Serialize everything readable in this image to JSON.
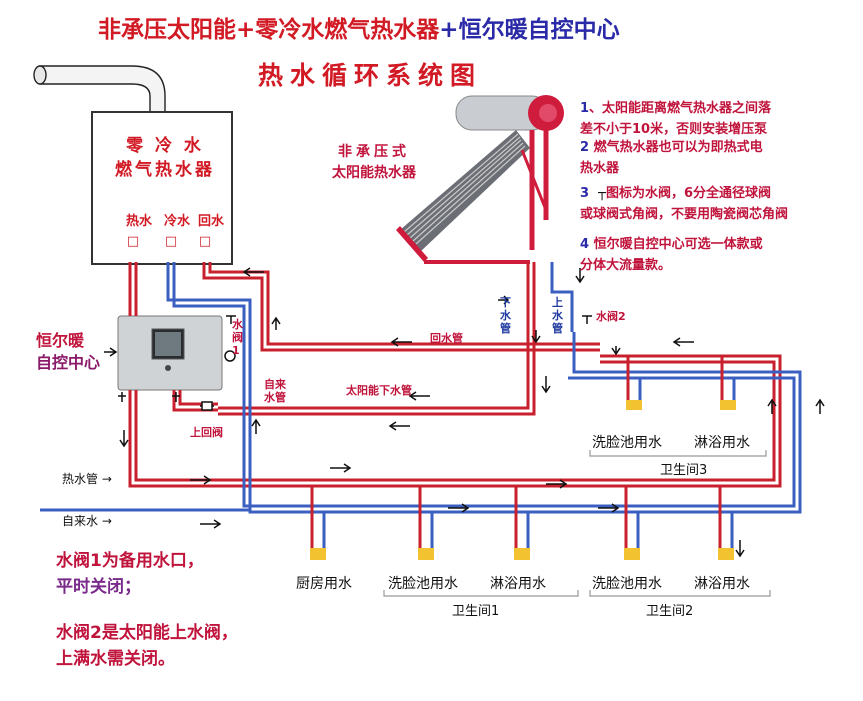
{
  "title": {
    "part1": "非承压太阳能",
    "plus1": "+",
    "part2": "零冷水燃气热水器",
    "plus2": "+",
    "part3": "恒尔暖自控中心",
    "subtitle": "热水循环系统图"
  },
  "heater": {
    "name_line1": "零 冷 水",
    "name_line2": "燃气热水器",
    "ports": [
      {
        "chars": "热水",
        "symbol": "□"
      },
      {
        "chars": "冷水",
        "symbol": "□"
      },
      {
        "chars": "回水",
        "symbol": "□"
      }
    ]
  },
  "solar": {
    "line1": "非承压式",
    "line2": "太阳能热水器"
  },
  "notes": [
    {
      "num": "1",
      "text": "、太阳能距离燃气热水器之间落",
      "cont": "差不小于10米，否则安装增压泵"
    },
    {
      "num": "2",
      "text": " 燃气热水器也可以为即热式电",
      "cont": "热水器"
    },
    {
      "num": "3",
      "symbol": "┬",
      "text": "图标为水阀，6分全通径球阀",
      "cont": "或球阀式角阀，不要用陶瓷阀芯角阀"
    },
    {
      "num": "4",
      "text": " 恒尔暖自控中心可选一体款或",
      "cont": "分体大流量款。"
    }
  ],
  "controller": {
    "line1": "恒尔暖",
    "line2": "自控中心"
  },
  "pipe_labels": {
    "valve1": "水阀1",
    "valve2": "水阀2",
    "down_pipe": "下水管",
    "up_pipe": "上水管",
    "return_pipe": "回水管",
    "supply_pipe": "自来水管",
    "solar_down_pipe": "太阳能下水管",
    "upper_return_valve": "上回阀",
    "hot_water_pipe": "热水管",
    "tap_water": "自来水"
  },
  "fixtures": {
    "bath3": [
      "洗脸池用水",
      "淋浴用水"
    ],
    "bath3_name": "卫生间3",
    "kitchen": "厨房用水",
    "bath1": [
      "洗脸池用水",
      "淋浴用水"
    ],
    "bath1_name": "卫生间1",
    "bath2": [
      "洗脸池用水",
      "淋浴用水"
    ],
    "bath2_name": "卫生间2"
  },
  "bottom_notes": {
    "line1": "水阀1为备用水口，",
    "line2": "平时关闭；",
    "line3": "水阀2是太阳能上水阀，",
    "line4": "上满水需关闭。"
  },
  "colors": {
    "hot": "#c8202c",
    "cold": "#3a5fc0",
    "solar_frame": "#d01c3c"
  }
}
